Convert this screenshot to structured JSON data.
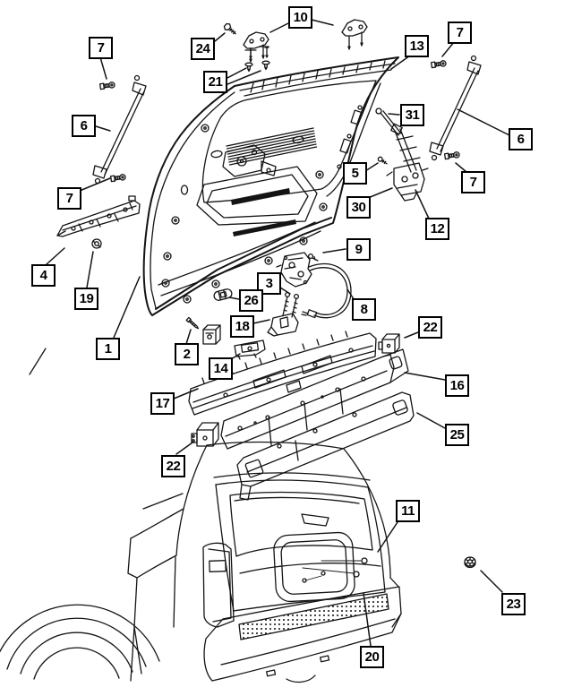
{
  "diagram_type": "exploded-parts-diagram-liftgate",
  "colors": {
    "background": "#ffffff",
    "line": "#141414",
    "callout_border": "#000000"
  },
  "callouts": {
    "c7a": {
      "label": "7"
    },
    "c6a": {
      "label": "6"
    },
    "c7b": {
      "label": "7"
    },
    "c4": {
      "label": "4"
    },
    "c19": {
      "label": "19"
    },
    "c1": {
      "label": "1"
    },
    "c2": {
      "label": "2"
    },
    "c24": {
      "label": "24"
    },
    "c10": {
      "label": "10"
    },
    "c21": {
      "label": "21"
    },
    "c13": {
      "label": "13"
    },
    "c7c": {
      "label": "7"
    },
    "c6b": {
      "label": "6"
    },
    "c7d": {
      "label": "7"
    },
    "c31": {
      "label": "31"
    },
    "c5": {
      "label": "5"
    },
    "c30": {
      "label": "30"
    },
    "c12": {
      "label": "12"
    },
    "c9": {
      "label": "9"
    },
    "c3": {
      "label": "3"
    },
    "c26": {
      "label": "26"
    },
    "c8": {
      "label": "8"
    },
    "c18": {
      "label": "18"
    },
    "c14": {
      "label": "14"
    },
    "c17": {
      "label": "17"
    },
    "c22a": {
      "label": "22"
    },
    "c16": {
      "label": "16"
    },
    "c25": {
      "label": "25"
    },
    "c22b": {
      "label": "22"
    },
    "c11": {
      "label": "11"
    },
    "c23": {
      "label": "23"
    },
    "c20": {
      "label": "20"
    }
  }
}
